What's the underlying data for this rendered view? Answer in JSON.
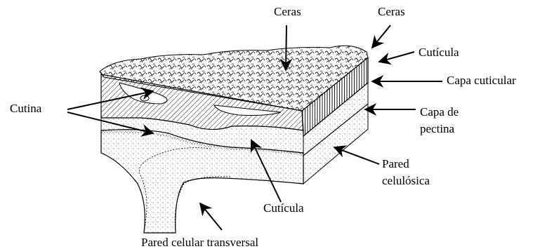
{
  "labels": {
    "ceras_1": "Ceras",
    "ceras_2": "Ceras",
    "cuticula_top": "Cutícula",
    "capa_cuticular": "Capa cuticular",
    "cutina": "Cutina",
    "capa_de_pectina_line1": "Capa de",
    "capa_de_pectina_line2": "pectina",
    "pared_celulosica_line1": "Pared",
    "pared_celulosica_line2": "celulósica",
    "cuticula_bottom": "Cutícula",
    "pared_celular_transversal": "Pared celular transversal"
  },
  "colors": {
    "ink": "#000000",
    "background": "#ffffff"
  }
}
